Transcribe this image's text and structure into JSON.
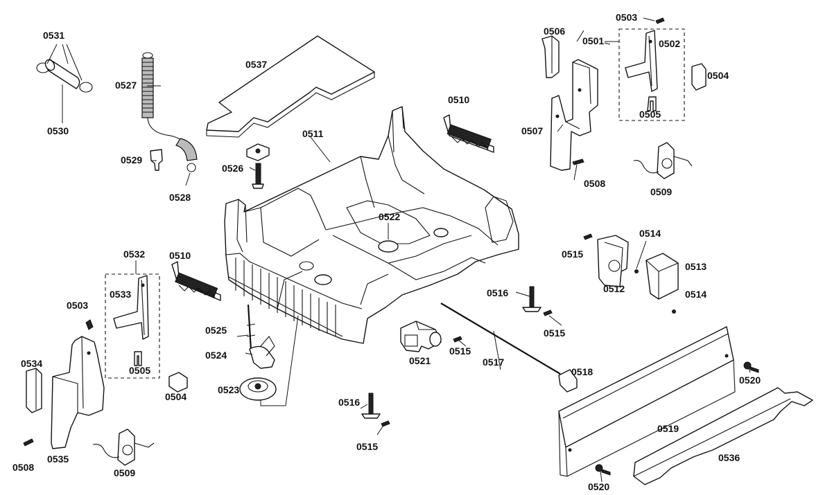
{
  "labels": {
    "l0531": "0531",
    "l0530": "0530",
    "l0527": "0527",
    "l0529": "0529",
    "l0528": "0528",
    "l0537": "0537",
    "l0510a": "0510",
    "l0510b": "0510",
    "l0511": "0511",
    "l0526": "0526",
    "l0522": "0522",
    "l0506": "0506",
    "l0501": "0501",
    "l0503a": "0503",
    "l0503b": "0503",
    "l0502": "0502",
    "l0504a": "0504",
    "l0504b": "0504",
    "l0505a": "0505",
    "l0505b": "0505",
    "l0507": "0507",
    "l0508a": "0508",
    "l0508b": "0508",
    "l0509a": "0509",
    "l0509b": "0509",
    "l0514a": "0514",
    "l0514b": "0514",
    "l0515a": "0515",
    "l0515b": "0515",
    "l0515c": "0515",
    "l0515d": "0515",
    "l0513": "0513",
    "l0512": "0512",
    "l0516a": "0516",
    "l0516b": "0516",
    "l0517": "0517",
    "l0518": "0518",
    "l0519": "0519",
    "l0520a": "0520",
    "l0520b": "0520",
    "l0521": "0521",
    "l0532": "0532",
    "l0533": "0533",
    "l0534": "0534",
    "l0535": "0535",
    "l0525": "0525",
    "l0524": "0524",
    "l0523": "0523",
    "l0536": "0536"
  }
}
